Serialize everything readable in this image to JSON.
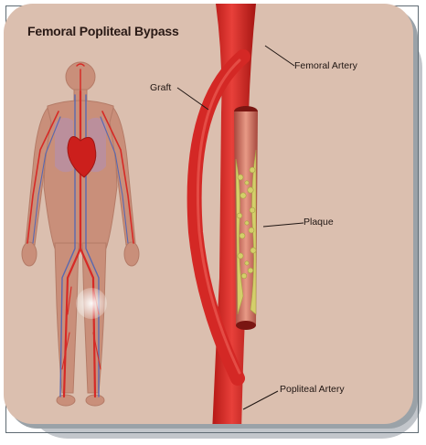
{
  "title": "Femoral Popliteal Bypass",
  "labels": {
    "femoral_artery": "Femoral Artery",
    "graft": "Graft",
    "plaque": "Plaque",
    "popliteal_artery": "Popliteal Artery"
  },
  "colors": {
    "background": "#dbbfaf",
    "artery": "#d62a26",
    "plaque": "#d4cf6a",
    "body": "#c98f7a"
  }
}
